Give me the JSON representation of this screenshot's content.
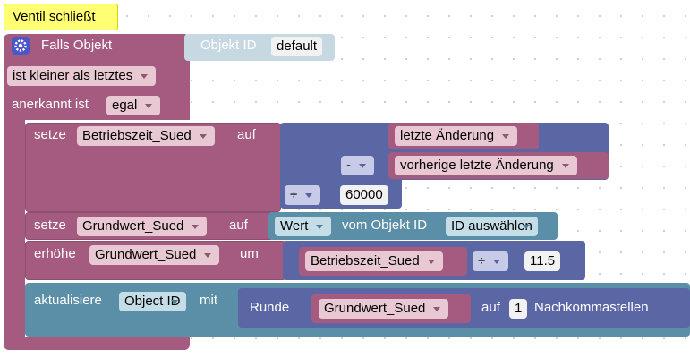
{
  "comment_label": "Ventil schließt",
  "trigger": {
    "label": "Falls Objekt",
    "object_label": "Objekt ID",
    "object_value": "default",
    "condition": "ist kleiner als letztes",
    "ack_label": "anerkannt ist",
    "ack_value": "egal"
  },
  "set1": {
    "label": "setze",
    "variable": "Betriebszeit_Sued",
    "to": "auf",
    "minus_op": "-",
    "field1": "letzte Änderung",
    "field2": "vorherige letzte Änderung",
    "divide_op": "÷",
    "divisor": "60000"
  },
  "set2": {
    "label": "setze",
    "variable": "Grundwert_Sued",
    "to": "auf",
    "value_dd": "Wert",
    "from_object": "vom Objekt ID",
    "object_select": "ID auswählen"
  },
  "increase": {
    "label": "erhöhe",
    "variable": "Grundwert_Sued",
    "by": "um",
    "operand_var": "Betriebszeit_Sued",
    "op": "÷",
    "number": "11.5"
  },
  "update": {
    "label": "aktualisiere",
    "object": "Object ID",
    "with": "mit",
    "round": "Runde",
    "variable": "Grundwert_Sued",
    "to": "auf",
    "decimals": "1",
    "decimals_label": "Nachkommastellen"
  },
  "colors": {
    "event": "#a55b80",
    "math": "#5b67a5",
    "system": "#5b8fa8",
    "comment": "#ffff73"
  }
}
